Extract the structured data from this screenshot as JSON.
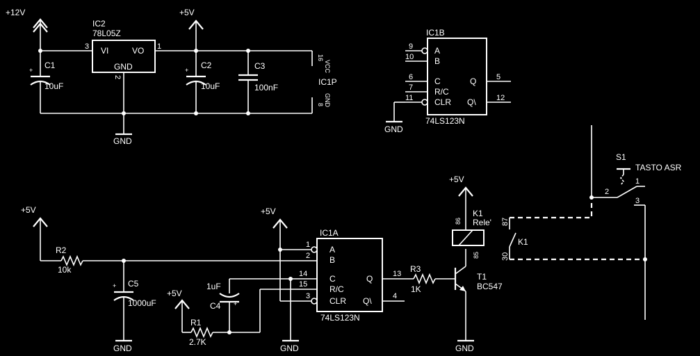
{
  "rails": {
    "v12": "+12V",
    "v5": "+5V",
    "gnd": "GND"
  },
  "parts": {
    "ic2": {
      "ref": "IC2",
      "value": "78L05Z",
      "vi": "VI",
      "vo": "VO",
      "gnd": "GND",
      "pin_in": "3",
      "pin_out": "1",
      "pin_gnd": "2"
    },
    "c1": {
      "ref": "C1",
      "value": "10uF"
    },
    "c2": {
      "ref": "C2",
      "value": "10uF"
    },
    "c3": {
      "ref": "C3",
      "value": "100nF"
    },
    "ic1p": {
      "ref": "IC1P",
      "vcc": "VCC",
      "gnd": "GND",
      "pin_vcc": "16",
      "pin_gnd": "8"
    },
    "ic1b": {
      "ref": "IC1B",
      "type": "74LS123N",
      "in_a": "A",
      "in_b": "B",
      "in_c": "C",
      "in_rc": "R/C",
      "in_clr": "CLR",
      "out_q": "Q",
      "out_qn": "Q\\",
      "pin_a": "9",
      "pin_b": "10",
      "pin_c": "6",
      "pin_rc": "7",
      "pin_clr": "11",
      "pin_q": "5",
      "pin_qn": "12"
    },
    "ic1a": {
      "ref": "IC1A",
      "type": "74LS123N",
      "in_a": "A",
      "in_b": "B",
      "in_c": "C",
      "in_rc": "R/C",
      "in_clr": "CLR",
      "out_q": "Q",
      "out_qn": "Q\\",
      "pin_a": "1",
      "pin_b": "2",
      "pin_c": "14",
      "pin_rc": "15",
      "pin_clr": "3",
      "pin_q": "13",
      "pin_qn": "4"
    },
    "r1": {
      "ref": "R1",
      "value": "2.7K"
    },
    "r2": {
      "ref": "R2",
      "value": "10k"
    },
    "r3": {
      "ref": "R3",
      "value": "1K"
    },
    "c4": {
      "ref": "C4",
      "value": "1uF"
    },
    "c5": {
      "ref": "C5",
      "value": "1000uF"
    },
    "t1": {
      "ref": "T1",
      "value": "BC547"
    },
    "k1": {
      "ref": "K1",
      "value": "Rele'",
      "pin_86": "86",
      "pin_85": "85",
      "pin_87": "87",
      "pin_30": "30",
      "contact_ref": "K1"
    },
    "s1": {
      "ref": "S1",
      "value": "TASTO ASR",
      "pin1": "1",
      "pin2": "2",
      "pin3": "3"
    }
  }
}
